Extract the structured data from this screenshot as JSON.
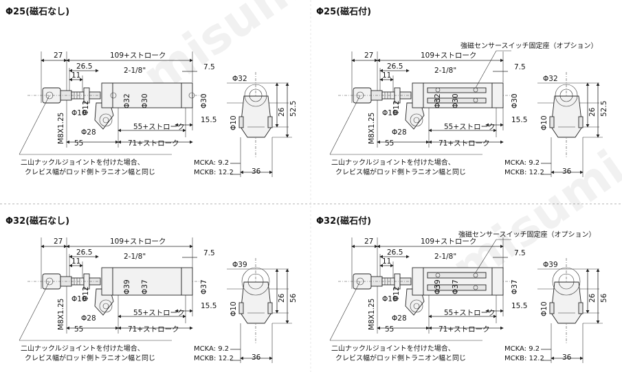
{
  "panels": [
    {
      "id": "p1",
      "title": "Φ25(磁石なし)",
      "bore": "Φ25(磁石なし)",
      "rod_dia": "Φ32",
      "bore_dia": "Φ30",
      "head": "Φ32",
      "h1": "26",
      "h2": "52.5",
      "sensor": false
    },
    {
      "id": "p2",
      "title": "Φ25(磁石付)",
      "bore": "Φ25(磁石付)",
      "rod_dia": "Φ32",
      "bore_dia": "Φ30",
      "head": "Φ32",
      "h1": "26",
      "h2": "52.5",
      "sensor": true
    },
    {
      "id": "p3",
      "title": "Φ32(磁石なし)",
      "bore": "Φ32(磁石なし)",
      "rod_dia": "Φ39",
      "bore_dia": "Φ37",
      "head": "Φ39",
      "h1": "26",
      "h2": "56",
      "sensor": false
    },
    {
      "id": "p4",
      "title": "Φ32(磁石付)",
      "bore": "Φ32(磁石付)",
      "rod_dia": "Φ39",
      "bore_dia": "Φ37",
      "head": "Φ39",
      "h1": "26",
      "h2": "56",
      "sensor": true
    }
  ],
  "dims": {
    "d27": "27",
    "stroke_total": "109+ストローク",
    "d26_5": "26.5",
    "d11": "11",
    "thread": "2-1/8\"",
    "d7_5": "7.5",
    "d10": "Φ10",
    "d12": "Φ12",
    "d28": "Φ28",
    "m8": "M8X1.25",
    "d15_5": "15.5",
    "s55": "55+ストローク",
    "d55": "55",
    "s71": "71+ストローク",
    "d10v": "Φ10",
    "d36": "36"
  },
  "notes": {
    "line1": "二山ナックルジョイントを付けた場合、",
    "line2": "クレビス幅がロッド側トラニオン幅と同じ",
    "mcka": "MCKA: 9.2",
    "mckb": "MCKB: 12.2",
    "sensor_label": "強磁センサースイッチ固定座（オプション）"
  },
  "watermark": "misumi"
}
